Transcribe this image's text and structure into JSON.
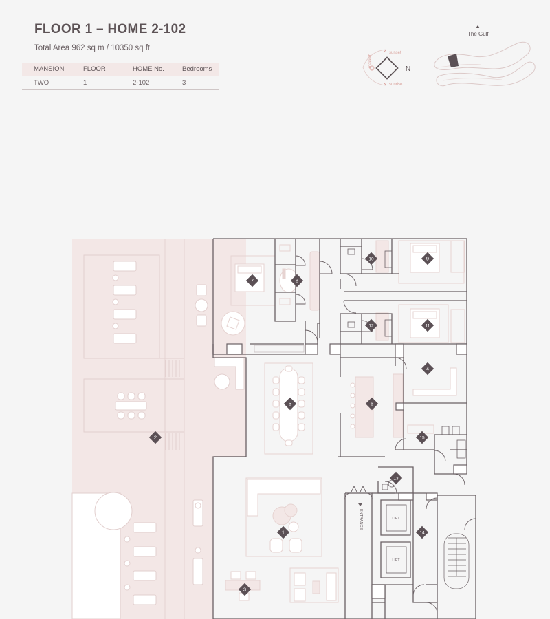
{
  "header": {
    "title": "FLOOR 1 – HOME 2-102",
    "subtitle": "Total Area 962 sq m / 10350 sq ft"
  },
  "info_table": {
    "headers": [
      "MANSION",
      "FLOOR",
      "HOME No.",
      "Bedrooms"
    ],
    "row": [
      "TWO",
      "1",
      "2-102",
      "3"
    ]
  },
  "compass": {
    "north": "N",
    "sunset": "sunset",
    "sunrise": "sunrise",
    "makkah": "makkah"
  },
  "keyplan": {
    "label": "The Gulf"
  },
  "plan": {
    "entrance": "ENTRANCE",
    "lift1": "LIFT",
    "lift2": "LIFT",
    "room_markers": [
      "1",
      "2",
      "3",
      "4",
      "5",
      "6",
      "7",
      "8",
      "9",
      "10",
      "11",
      "12",
      "13",
      "14",
      "15"
    ]
  },
  "colors": {
    "wall": "#6a6064",
    "terrace": "#f3e7e6",
    "marker": "#5b5055",
    "furniture": "#e8d3d1"
  }
}
